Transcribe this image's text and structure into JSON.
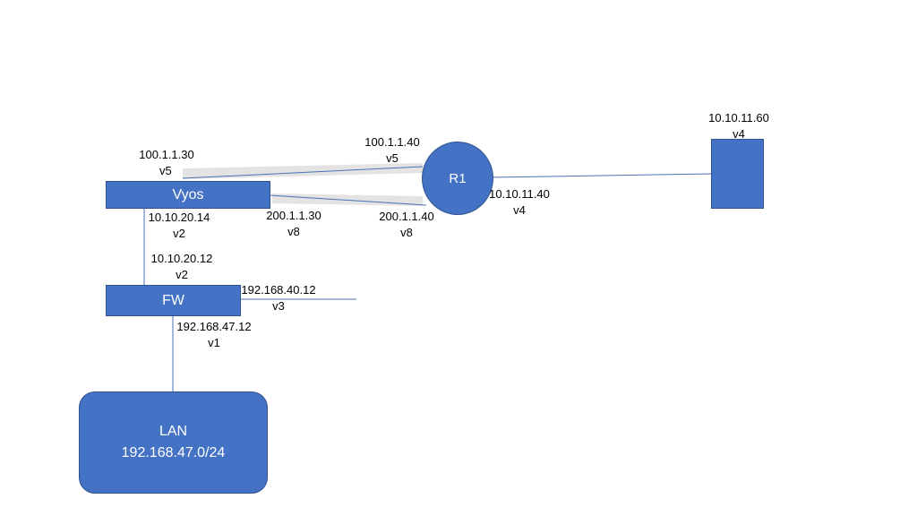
{
  "nodes": {
    "vyos": "Vyos",
    "fw": "FW",
    "r1": "R1",
    "lan": {
      "name": "LAN",
      "subnet": "192.168.47.0/24"
    },
    "remote": ""
  },
  "labels": {
    "vyos_v5": {
      "ip": "100.1.1.30",
      "vlan": "v5"
    },
    "r1_v5": {
      "ip": "100.1.1.40",
      "vlan": "v5"
    },
    "vyos_v2": {
      "ip": "10.10.20.14",
      "vlan": "v2"
    },
    "vyos_v8": {
      "ip": "200.1.1.30",
      "vlan": "v8"
    },
    "r1_v8": {
      "ip": "200.1.1.40",
      "vlan": "v8"
    },
    "r1_v4": {
      "ip": "10.10.11.40",
      "vlan": "v4"
    },
    "remote_v4": {
      "ip": "10.10.11.60",
      "vlan": "v4"
    },
    "fw_v2": {
      "ip": "10.10.20.12",
      "vlan": "v2"
    },
    "fw_v3": {
      "ip": "192.168.40.12",
      "vlan": "v3"
    },
    "fw_v1": {
      "ip": "192.168.47.12",
      "vlan": "v1"
    }
  },
  "colors": {
    "node_fill": "#4472c4",
    "node_border": "#2f528f",
    "link": "#4a72b8",
    "highlight": "#e3e3e3"
  }
}
